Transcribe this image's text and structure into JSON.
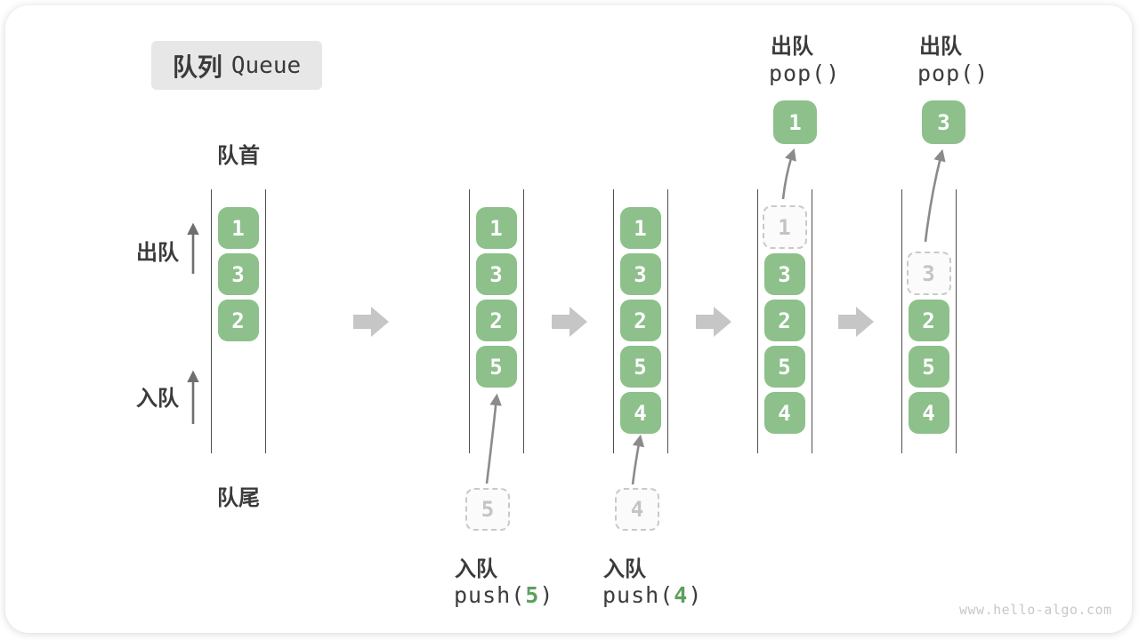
{
  "page": {
    "title": {
      "zh": "队列",
      "en": "Queue"
    },
    "watermark": "www.hello-algo.com"
  },
  "labels": {
    "front": "队首",
    "rear": "队尾",
    "dequeue_side": "出队",
    "enqueue_side": "入队"
  },
  "states": [
    {
      "cells": [
        "1",
        "3",
        "2"
      ]
    },
    {
      "cells": [
        "1",
        "3",
        "2",
        "5"
      ],
      "incoming_value": "5"
    },
    {
      "cells": [
        "1",
        "3",
        "2",
        "5",
        "4"
      ],
      "incoming_value": "4"
    },
    {
      "cells": [
        "3",
        "2",
        "5",
        "4"
      ],
      "ghost_value": "1",
      "popped_value": "1"
    },
    {
      "cells": [
        "2",
        "5",
        "4"
      ],
      "ghost_value": "3",
      "popped_value": "3"
    }
  ],
  "push_ops": [
    {
      "name": "入队",
      "fn_open": "push(",
      "arg": "5",
      "fn_close": ")"
    },
    {
      "name": "入队",
      "fn_open": "push(",
      "arg": "4",
      "fn_close": ")"
    }
  ],
  "pop_ops": [
    {
      "name": "出队",
      "code": "pop()"
    },
    {
      "name": "出队",
      "code": "pop()"
    }
  ],
  "colors": {
    "cell_green": "#8dc08b",
    "accent_green": "#5da05d",
    "block_arrow_gray": "#c6c6c6",
    "line_dark": "#4f4f4f"
  }
}
